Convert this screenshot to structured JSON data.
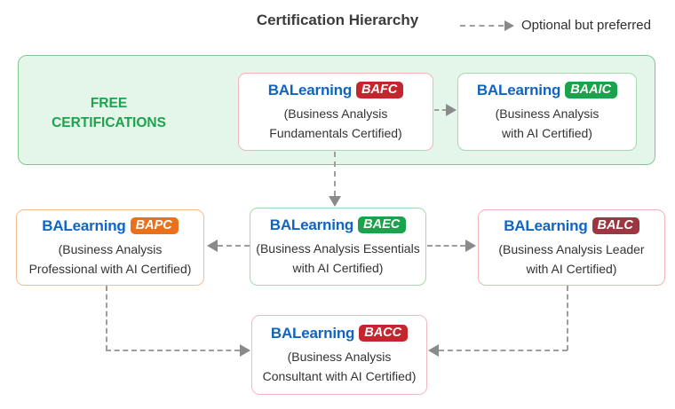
{
  "title": "Certification Hierarchy",
  "legend": {
    "label": "Optional but preferred"
  },
  "free_group": {
    "line1": "FREE",
    "line2": "CERTIFICATIONS"
  },
  "brand": "BALearning",
  "colors": {
    "brand_blue": "#1064c2",
    "title_text": "#3b3b3b",
    "body_text": "#333333",
    "arrow_gray": "#9e9e9e",
    "arrowhead_gray": "#8a8a8a",
    "free_green": "#1ca34d",
    "group_bg": "#e4f5e9",
    "group_border": "#7fc98e"
  },
  "cards": {
    "bafc": {
      "badge": "BAFC",
      "badge_color": "#c5262e",
      "border_color": "#f2b6b6",
      "desc1": "(Business Analysis",
      "desc2": "Fundamentals Certified)"
    },
    "baaic": {
      "badge": "BAAIC",
      "badge_color": "#1aa24c",
      "border_color": "#a5d9b2",
      "desc1": "(Business Analysis",
      "desc2": "with AI Certified)"
    },
    "bapc": {
      "badge": "BAPC",
      "badge_color": "#e9711b",
      "border_color": "#f3bb8e",
      "desc1": "(Business Analysis",
      "desc2": "Professional with AI Certified)"
    },
    "baec": {
      "badge": "BAEC",
      "badge_color": "#1aa24c",
      "border_color": "#a5d9b2",
      "desc1": "(Business Analysis Essentials",
      "desc2": "with AI Certified)"
    },
    "balc": {
      "badge": "BALC",
      "badge_color": "#9d3640",
      "border_color": "#f0b3b6",
      "desc1": "(Business Analysis Leader",
      "desc2": "with AI Certified)"
    },
    "bacc": {
      "badge": "BACC",
      "badge_color": "#c5262e",
      "border_color": "#f5b8be",
      "desc1": "(Business Analysis",
      "desc2": "Consultant with AI Certified)"
    }
  }
}
